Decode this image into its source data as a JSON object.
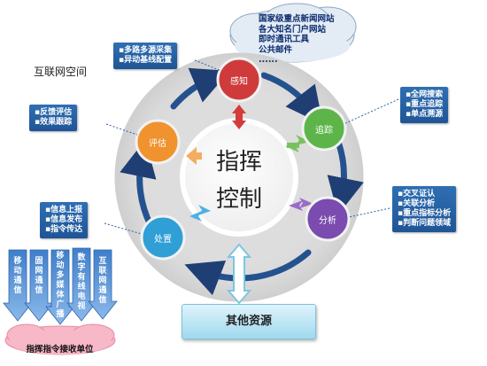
{
  "internet_label": "互联网空间",
  "cloud_items": [
    "国家级重点新闻网站",
    "各大知名门户网站",
    "即时通讯工具",
    "公共邮件",
    "......"
  ],
  "callouts": {
    "top": [
      "▪多路多源采集",
      "▪异动基线配置"
    ],
    "left": [
      "▪反馈评估",
      "▪效果跟踪"
    ],
    "right_top": [
      "▪全网搜索",
      "▪重点追踪",
      "▪单点溯源"
    ],
    "right_bottom": [
      "▪交叉证认",
      "▪关联分析",
      "▪重点指标分析",
      "▪判断问题领域"
    ],
    "bottom_left": [
      "▪信息上报",
      "▪信息发布",
      "▪指令传达"
    ]
  },
  "nodes": {
    "perceive": "感知",
    "track": "追踪",
    "analyze": "分析",
    "handle": "处置",
    "evaluate": "评估"
  },
  "center": {
    "line1": "指挥",
    "line2": "控制"
  },
  "other_resources": "其他资源",
  "channels": [
    "移动通信",
    "固网通信",
    "移动多媒体广播",
    "数字有线电视",
    "互联网通信"
  ],
  "receiver": "指挥指令接收单位",
  "colors": {
    "perceive": "#cf3b3b",
    "track": "#5db54a",
    "analyze": "#7b4bb0",
    "handle": "#2f9fd6",
    "evaluate": "#f0922e",
    "callout": "#2563a6",
    "cloud": "#dfe8f3",
    "receiver_cloud": "#f7b8c8"
  }
}
